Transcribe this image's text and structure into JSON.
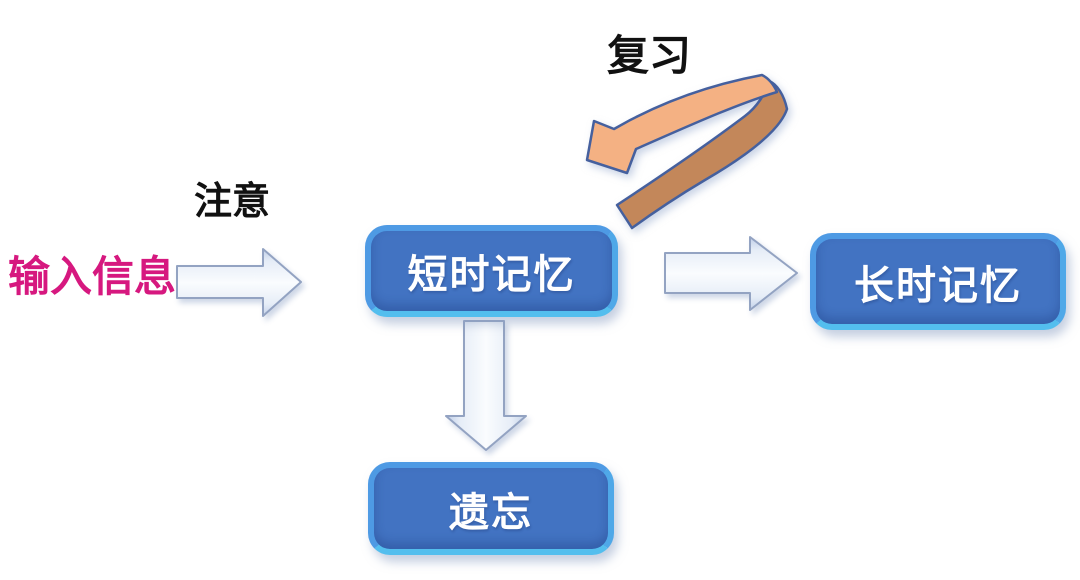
{
  "diagram": {
    "title": "memory-process-flow",
    "background_color": "#FFFFFF",
    "labels": {
      "input": {
        "text": "输入信息",
        "color": "#D6187F"
      },
      "attention": {
        "text": "注意",
        "color": "#111111"
      },
      "review": {
        "text": "复习",
        "color": "#111111"
      }
    },
    "nodes": {
      "short_term": {
        "text": "短时记忆"
      },
      "long_term": {
        "text": "长时记忆"
      },
      "forgetting": {
        "text": "遗忘"
      }
    },
    "node_style": {
      "fill": "#4273C2",
      "border": "#4E9AE4",
      "border_bottom": "#53BEEE",
      "text_color": "#FFFFFF"
    },
    "arrows": {
      "input_to_short": {
        "from": "输入信息",
        "to": "短时记忆",
        "label": "注意",
        "style": "light-blue-block-arrow-right"
      },
      "short_to_long": {
        "from": "短时记忆",
        "to": "长时记忆",
        "style": "light-blue-block-arrow-right"
      },
      "short_to_forgetting": {
        "from": "短时记忆",
        "to": "遗忘",
        "style": "light-blue-block-arrow-down"
      },
      "review_loop": {
        "from": "短时记忆",
        "to": "短时记忆",
        "label": "复习",
        "style": "orange-ribbon-u-turn-arrow"
      }
    },
    "colors": {
      "block_arrow_fill_light": "#FAFCFE",
      "block_arrow_fill_edge": "#C3D1E9",
      "block_arrow_outline": "#93A3C2",
      "ribbon_light": "#F4B183",
      "ribbon_dark": "#C3875A",
      "ribbon_outline": "#45609E"
    }
  }
}
